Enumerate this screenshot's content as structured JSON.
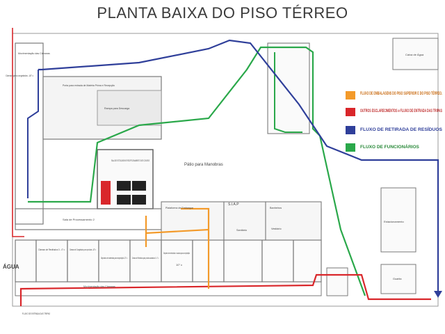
{
  "title": "PLANTA BAIXA DO PISO TÉRREO",
  "colors": {
    "orange": "#f39a2a",
    "red": "#d9262a",
    "blue": "#2f3f9a",
    "green": "#2aa84a",
    "wall": "#7a7a7a"
  },
  "legend": [
    {
      "label": "FLUXO DE EMBALAGENS DO PISO SUPERIOR E DO PISO TÉRREO.",
      "color": "#f39a2a"
    },
    {
      "label": "OUTROS ESCLARECIMENTOS e FLUXO DE ENTRADA DAS TRIPAS",
      "color": "#d9262a"
    },
    {
      "label": "FLUXO DE RETIRADA DE RESÍDUOS",
      "color": "#2f3f9a"
    },
    {
      "label": "FLUXO DE FUNCIONÁRIOS",
      "color": "#2aa84a"
    }
  ],
  "rooms": {
    "manobras": "Pátio para Manobras",
    "siap": "S.I.A.P",
    "sala_processamento": "Sala de Processamento 2",
    "agua": "ÁGUA",
    "estacionamento": "Estacionamento",
    "caixa_agua": "Caixa de Água",
    "sala_estocagem": "SALA DE ESTOCAGEM E RECEPCIONAMENTO DOS COUROS",
    "camara_congelados": "Câmara para congelados -18° c",
    "camara_resfriados": "Câmara de Resfriados 0 - 4° c",
    "camara_congelados_2": "Câmara de Congelados para produtos -18° c",
    "deposito": "Depósito de materiais para expedição 12° c",
    "camara_4": "Câmara de Resfriados para produtos acabados 0 - 4° c",
    "deposito_2": "Depósito de embutidos e curados para a expedição",
    "temp_10": "10° c",
    "plataforma": "Plataforma de Embarque",
    "banheiros": "Banheiros",
    "sanitario": "Sanitário",
    "vestiario": "Vestiário",
    "circulacao_camaras": "Movimentação das Câmaras",
    "circulacao_camaras_2": "Movimentação das Câmaras",
    "rampa": "Rampa para Descarga",
    "porta": "Porta para entrada de Matéria Prima e Recepção",
    "guarita": "Guarita",
    "fluxo_entrada": "FLUXO DE ENTRADA DAS TRIPAS"
  }
}
